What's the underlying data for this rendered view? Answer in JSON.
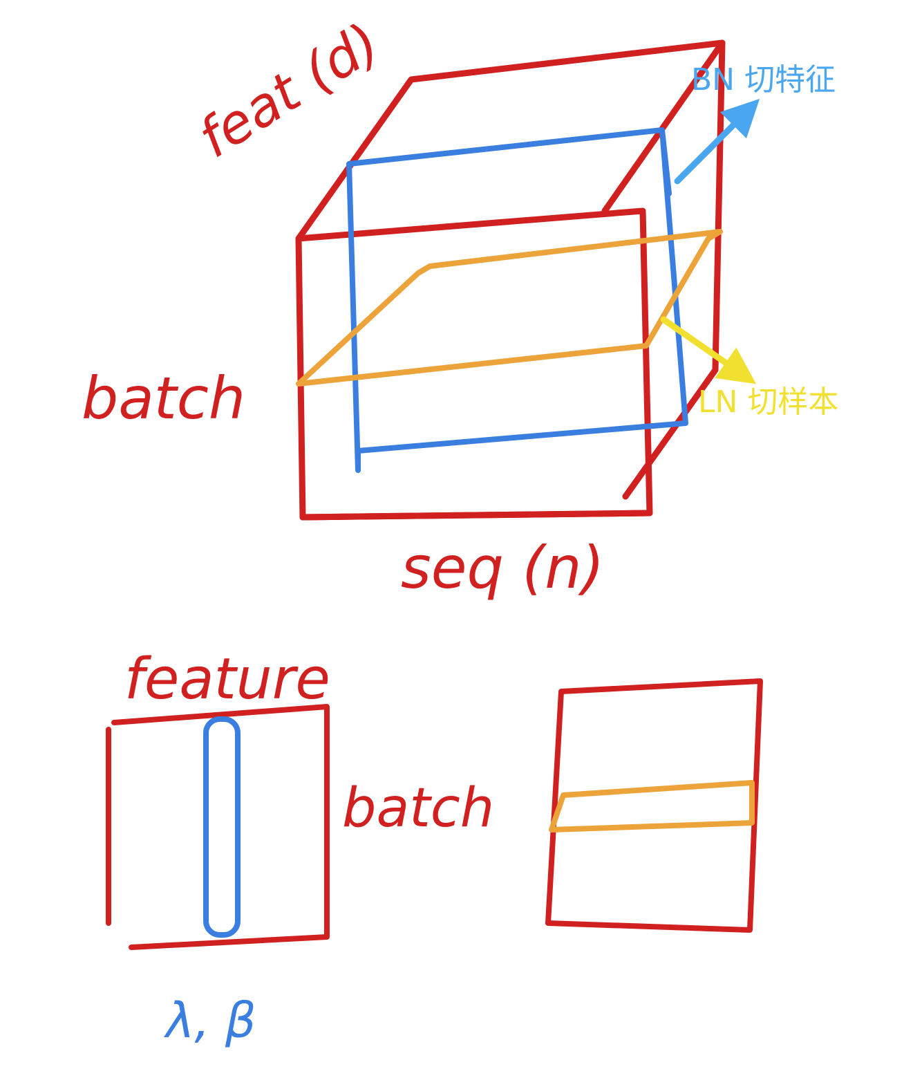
{
  "colors": {
    "red": "#d02020",
    "blue": "#3a7fe0",
    "orange": "#eca43a",
    "bn_label": "#4aa6ee",
    "ln_label": "#f2e030"
  },
  "cube": {
    "label_feature": "feat (d)",
    "label_batch": "batch",
    "label_seq": "seq (n)"
  },
  "annotations": {
    "bn": "BN 切特征",
    "ln": "LN 切样本"
  },
  "matrix_bn": {
    "label_feature": "feature",
    "label_batch": "batch",
    "label_params": "λ, β"
  },
  "matrix_ln": {}
}
